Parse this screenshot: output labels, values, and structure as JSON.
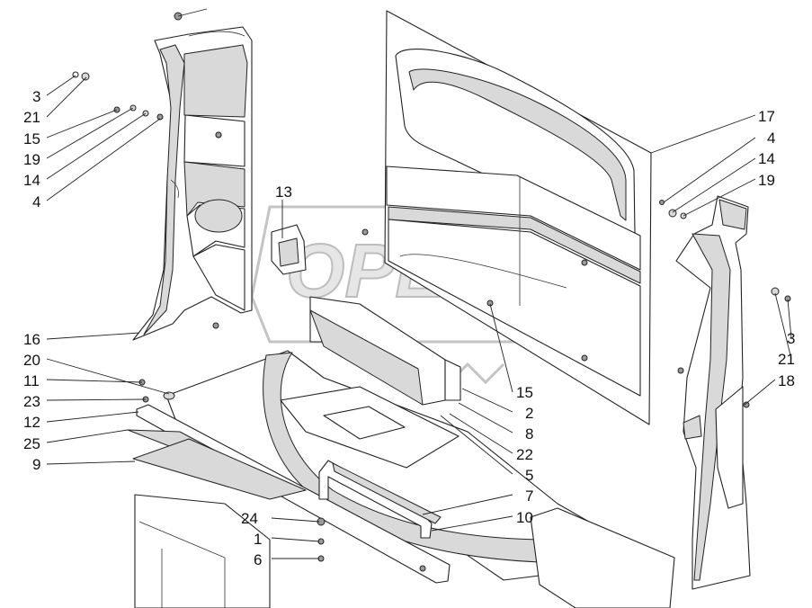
{
  "watermark": {
    "text": "OPEX"
  },
  "labels": [
    {
      "id": "left-3",
      "text": "3"
    },
    {
      "id": "left-21",
      "text": "21"
    },
    {
      "id": "left-15",
      "text": "15"
    },
    {
      "id": "left-19",
      "text": "19"
    },
    {
      "id": "left-14",
      "text": "14"
    },
    {
      "id": "left-4",
      "text": "4"
    },
    {
      "id": "left-16",
      "text": "16"
    },
    {
      "id": "left-20",
      "text": "20"
    },
    {
      "id": "left-11",
      "text": "11"
    },
    {
      "id": "left-23",
      "text": "23"
    },
    {
      "id": "left-12",
      "text": "12"
    },
    {
      "id": "left-25",
      "text": "25"
    },
    {
      "id": "left-9",
      "text": "9"
    },
    {
      "id": "mid-13",
      "text": "13"
    },
    {
      "id": "mid-24",
      "text": "24"
    },
    {
      "id": "mid-1",
      "text": "1"
    },
    {
      "id": "mid-6",
      "text": "6"
    },
    {
      "id": "mid-15",
      "text": "15"
    },
    {
      "id": "mid-2",
      "text": "2"
    },
    {
      "id": "mid-8",
      "text": "8"
    },
    {
      "id": "mid-22",
      "text": "22"
    },
    {
      "id": "mid-5",
      "text": "5"
    },
    {
      "id": "mid-7",
      "text": "7"
    },
    {
      "id": "mid-10",
      "text": "10"
    },
    {
      "id": "right-17",
      "text": "17"
    },
    {
      "id": "right-4",
      "text": "4"
    },
    {
      "id": "right-14",
      "text": "14"
    },
    {
      "id": "right-19",
      "text": "19"
    },
    {
      "id": "right-3",
      "text": "3"
    },
    {
      "id": "right-21",
      "text": "21"
    },
    {
      "id": "right-18",
      "text": "18"
    }
  ]
}
